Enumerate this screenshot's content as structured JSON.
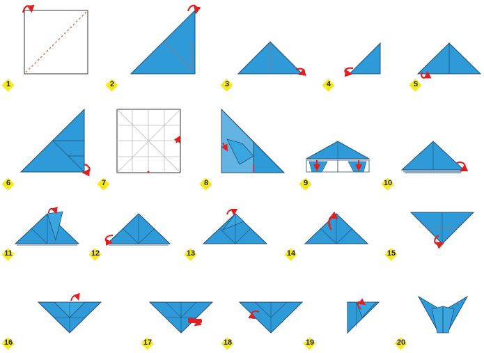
{
  "title": "",
  "colors": {
    "paper_blue": "#2f9ad8",
    "paper_edge": "#1e4f7a",
    "fold_line": "#e05a2b",
    "arrow": "#e02020",
    "badge": "#f7e91a"
  },
  "steps": [
    {
      "label": "1"
    },
    {
      "label": "2"
    },
    {
      "label": "3"
    },
    {
      "label": "4"
    },
    {
      "label": "5"
    },
    {
      "label": "6"
    },
    {
      "label": "7"
    },
    {
      "label": "8"
    },
    {
      "label": "9"
    },
    {
      "label": "10"
    },
    {
      "label": "11"
    },
    {
      "label": "12"
    },
    {
      "label": "13"
    },
    {
      "label": "14"
    },
    {
      "label": "15"
    },
    {
      "label": "16"
    },
    {
      "label": "17"
    },
    {
      "label": "18"
    },
    {
      "label": "19"
    },
    {
      "label": "20"
    }
  ]
}
